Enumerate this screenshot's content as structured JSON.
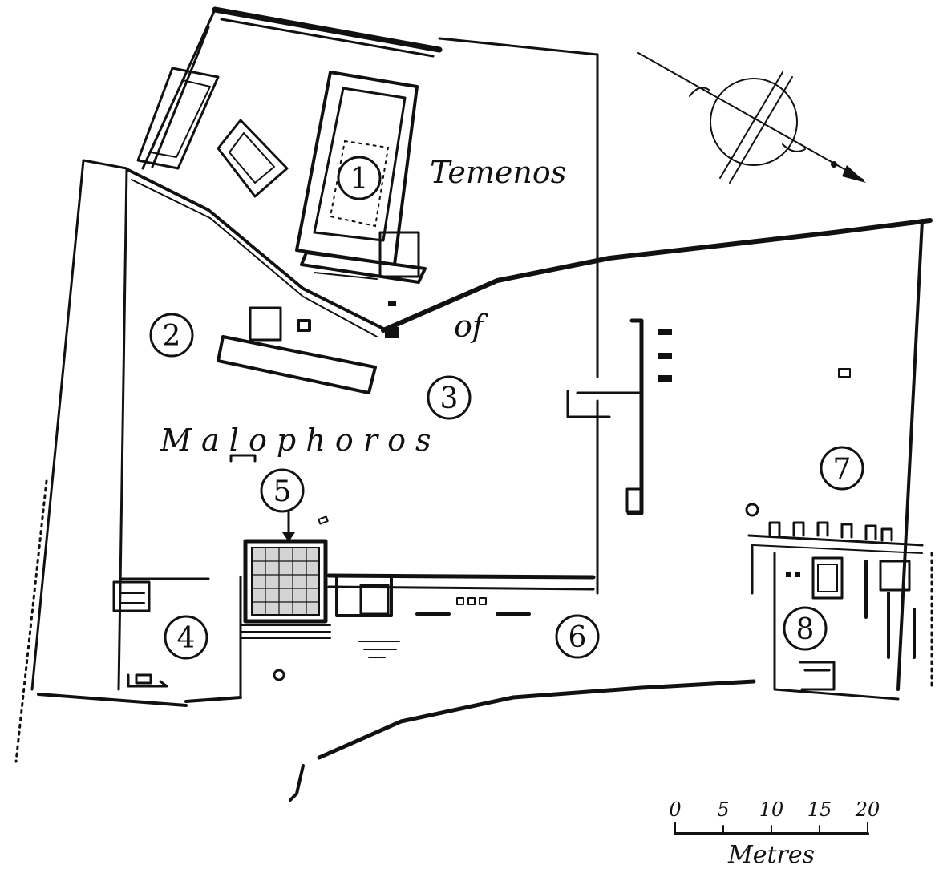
{
  "map": {
    "labels": {
      "temenos": "Temenos",
      "of": "of",
      "malophoros": "M a l o p h o r o s"
    },
    "sites": [
      {
        "num": "1"
      },
      {
        "num": "2"
      },
      {
        "num": "3"
      },
      {
        "num": "4"
      },
      {
        "num": "5"
      },
      {
        "num": "6"
      },
      {
        "num": "7"
      },
      {
        "num": "8"
      }
    ],
    "scale": {
      "ticks": [
        "0",
        "5",
        "10",
        "15",
        "20"
      ],
      "unit": "Metres"
    },
    "compass": {
      "icon": "north-arrow-icon"
    }
  }
}
